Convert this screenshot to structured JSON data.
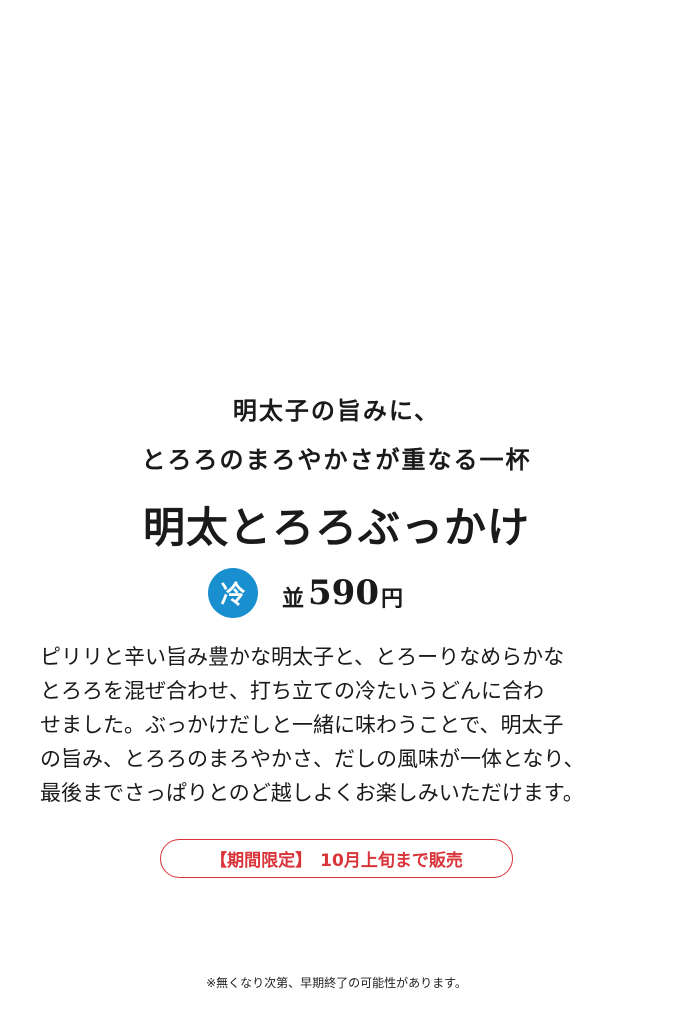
{
  "tagline": {
    "line1": "明太子の旨みに、",
    "line2": "とろろのまろやかさが重なる一杯"
  },
  "product": {
    "name": "明太とろろぶっかけ",
    "temperature_badge": "冷",
    "size_label": "並",
    "price": "590",
    "currency": "円"
  },
  "description": {
    "lines": [
      "ピリリと辛い旨み豊かな明太子と、とろーりなめらかな",
      "とろろを混ぜ合わせ、打ち立ての冷たいうどんに合わ",
      "せました。ぶっかけだしと一緒に味わうことで、明太子",
      "の旨み、とろろのまろやかさ、だしの風味が一体となり、",
      "最後までさっぱりとのど越しよくお楽しみいただけます。"
    ]
  },
  "availability": {
    "tag": "【期間限定】",
    "text": "10月上旬まで販売"
  },
  "footnote": "※無くなり次第、早期終了の可能性があります。",
  "colors": {
    "badge_blue": "#1a8fd0",
    "limited_red": "#d9343a",
    "text": "#1a1a1a"
  }
}
